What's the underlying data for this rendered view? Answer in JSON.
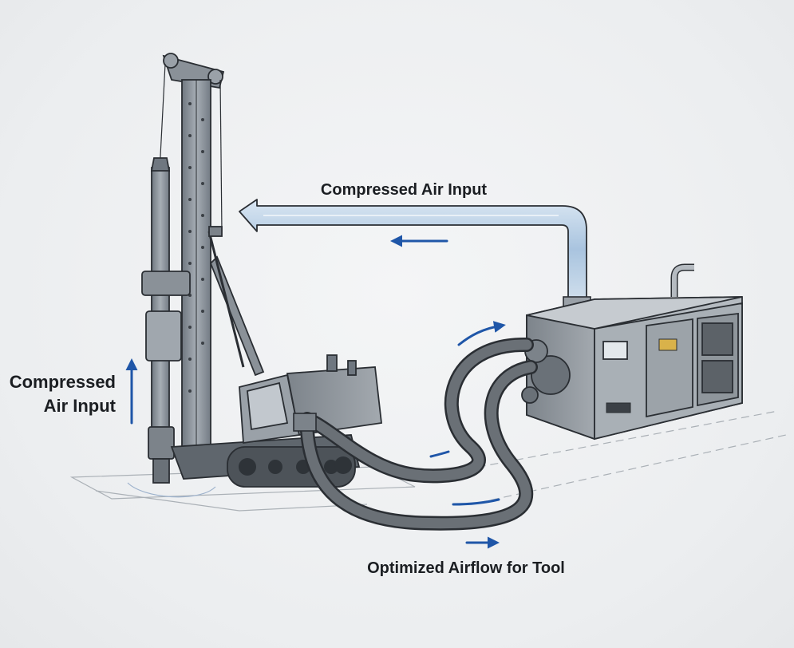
{
  "labels": {
    "top_input": "Compressed Air Input",
    "left_input_line1": "Compressed",
    "left_input_line2": "Air Input",
    "bottom_flow": "Optimized Airflow for Tool"
  },
  "colors": {
    "flow_arrow": "#1f56a8",
    "air_pipe": "#bcd3e8",
    "machine_body": "#8a9198",
    "hose": "#5c6167",
    "outline": "#2a2e33"
  },
  "icons": [
    "drill-rig-icon",
    "air-compressor-icon",
    "air-hose-icon",
    "flow-arrow-icon"
  ]
}
